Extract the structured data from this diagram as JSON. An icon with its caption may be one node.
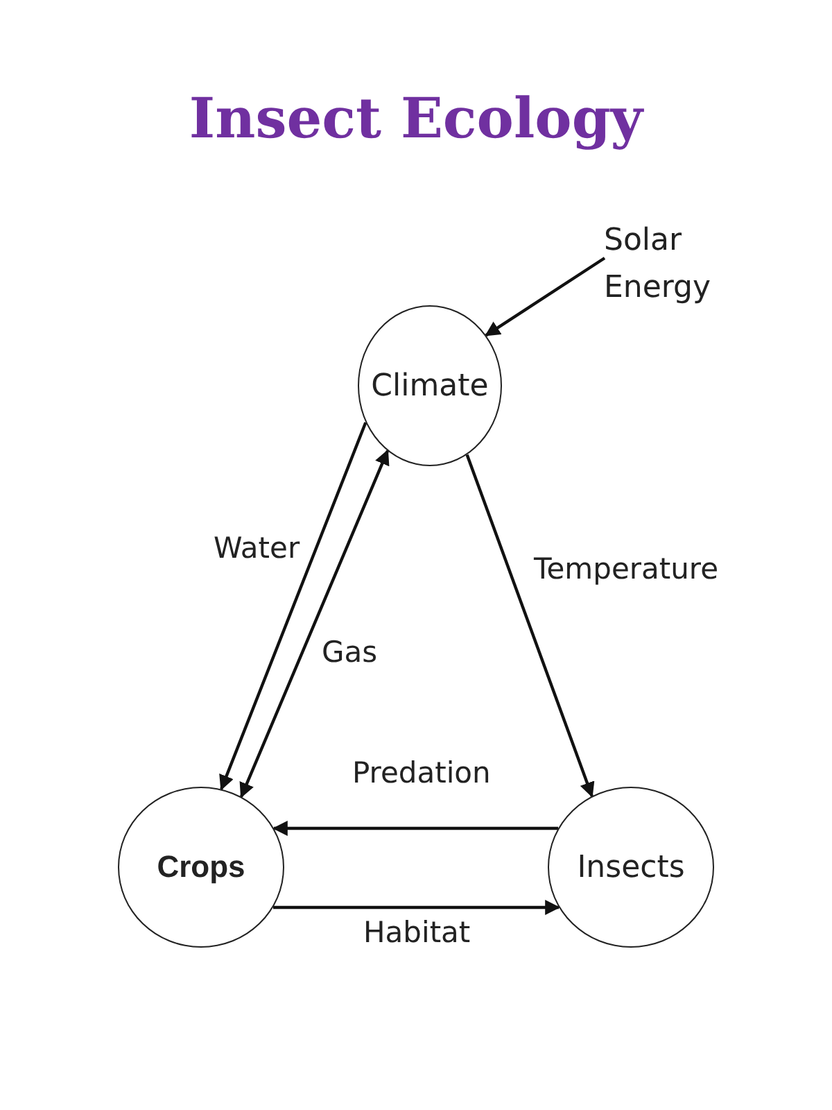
{
  "diagram": {
    "title": "Insect Ecology",
    "nodes": [
      {
        "text": [
          "Solar Energy"
        ]
      },
      {
        "text": [
          "Climate"
        ]
      },
      {
        "text": [
          "Crops"
        ]
      },
      {
        "text": [
          "Insects"
        ]
      }
    ],
    "edges": [
      {
        "from": 0,
        "to": 1,
        "arrow": "to"
      },
      {
        "from": 1,
        "to": 2,
        "arrow": "to",
        "label": "Water"
      },
      {
        "from": 2,
        "to": 1,
        "arrow": "both",
        "label": "Gas"
      },
      {
        "from": 1,
        "to": 3,
        "arrow": "to",
        "label": "Temperature"
      },
      {
        "from": 3,
        "to": 2,
        "arrow": "to",
        "label": "Predation"
      },
      {
        "from": 2,
        "to": 3,
        "arrow": "to",
        "label": "Habitat"
      }
    ]
  }
}
